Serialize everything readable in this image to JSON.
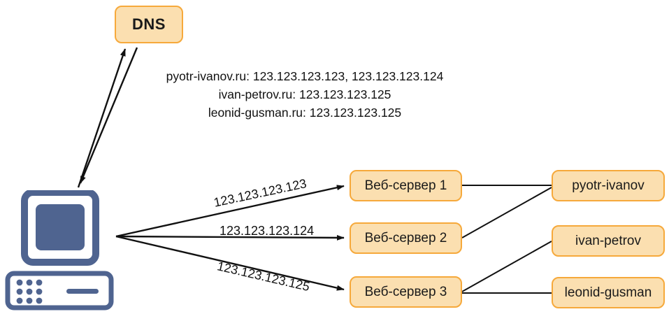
{
  "diagram": {
    "title": "DNS round-robin web server diagram",
    "colors": {
      "node_fill": "#fbdfb0",
      "node_border": "#f6a93b",
      "computer": "#4f6490",
      "line": "#111111",
      "background": "#ffffff"
    }
  },
  "dns": {
    "label": "DNS"
  },
  "records": {
    "lines": [
      "pyotr-ivanov.ru: 123.123.123.123, 123.123.123.124",
      "ivan-petrov.ru: 123.123.123.125",
      "leonid-gusman.ru: 123.123.123.125"
    ]
  },
  "client": {
    "icon": "desktop-computer-icon"
  },
  "ip_labels": [
    {
      "text": "123.123.123.123",
      "rotation": -12
    },
    {
      "text": "123.123.123.124",
      "rotation": 0
    },
    {
      "text": "123.123.123.125",
      "rotation": 13
    }
  ],
  "servers": [
    {
      "label": "Веб-сервер 1"
    },
    {
      "label": "Веб-сервер 2"
    },
    {
      "label": "Веб-сервер 3"
    }
  ],
  "domains": [
    {
      "label": "pyotr-ivanov"
    },
    {
      "label": "ivan-petrov"
    },
    {
      "label": "leonid-gusman"
    }
  ],
  "connections": [
    {
      "from": "client",
      "to": "dns",
      "style": "arrow-up"
    },
    {
      "from": "dns",
      "to": "client",
      "style": "arrow-down"
    },
    {
      "from": "client",
      "to": "Веб-сервер 1",
      "style": "arrow"
    },
    {
      "from": "client",
      "to": "Веб-сервер 2",
      "style": "arrow"
    },
    {
      "from": "client",
      "to": "Веб-сервер 3",
      "style": "arrow"
    },
    {
      "from": "Веб-сервер 1",
      "to": "pyotr-ivanov",
      "style": "line"
    },
    {
      "from": "Веб-сервер 2",
      "to": "pyotr-ivanov",
      "style": "line"
    },
    {
      "from": "Веб-сервер 3",
      "to": "ivan-petrov",
      "style": "line"
    },
    {
      "from": "Веб-сервер 3",
      "to": "leonid-gusman",
      "style": "line"
    }
  ]
}
